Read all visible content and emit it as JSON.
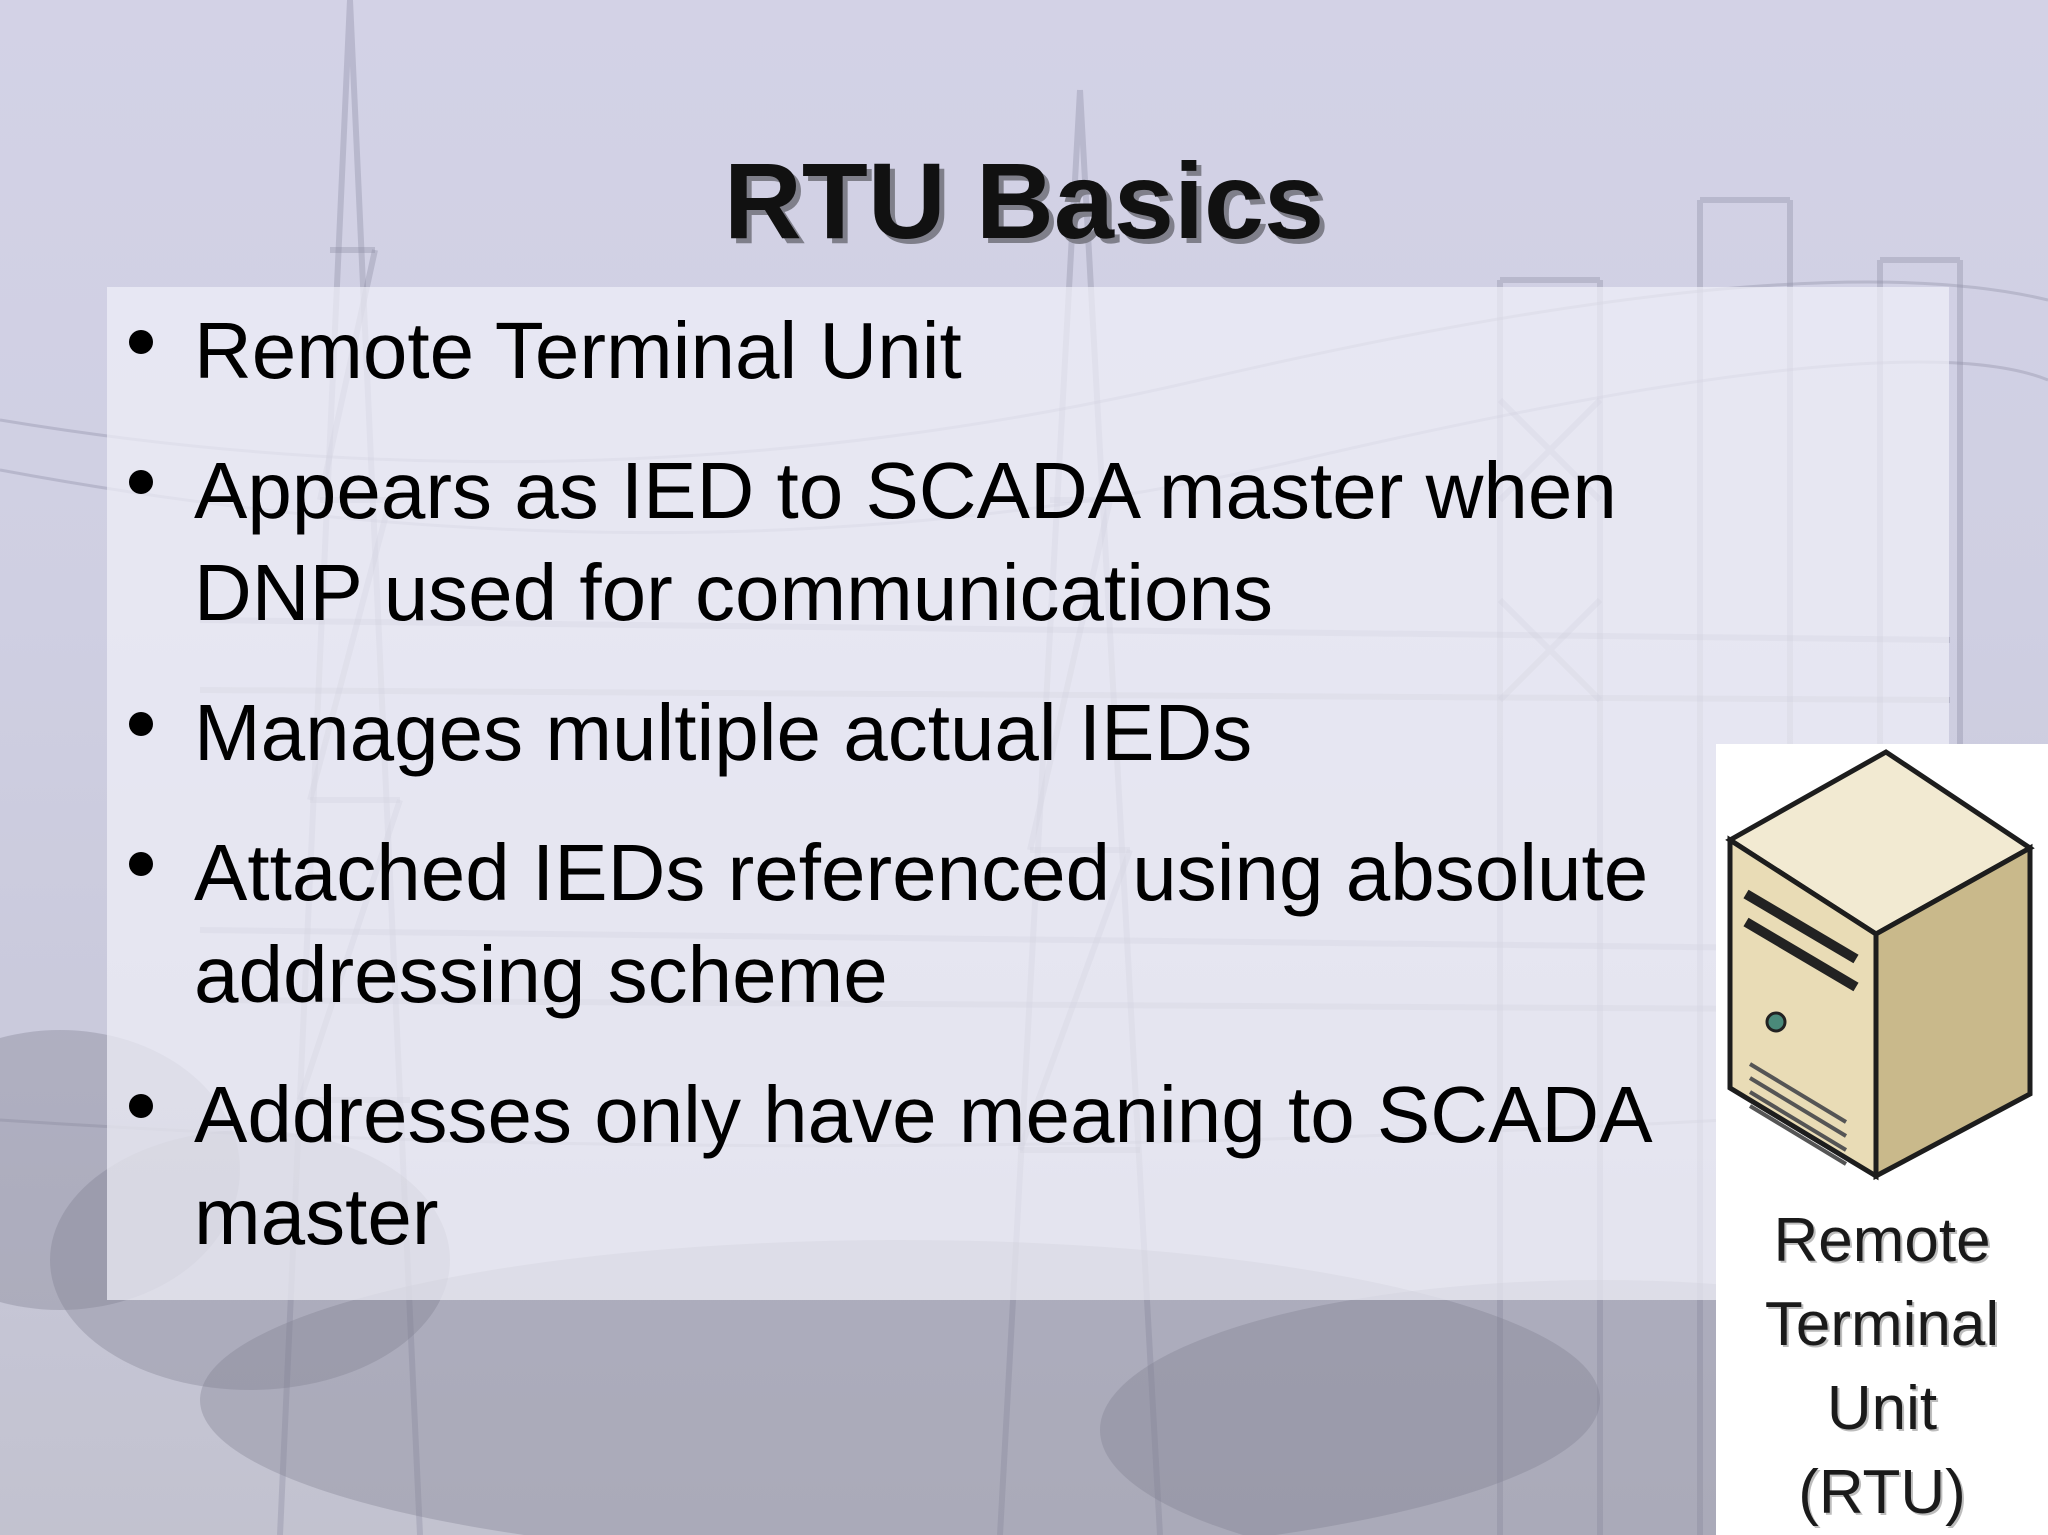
{
  "slide": {
    "title": "RTU Basics",
    "bullets": [
      {
        "text": "Remote Terminal Unit"
      },
      {
        "text": "Appears as IED to SCADA master when DNP used for communications"
      },
      {
        "text": "Manages multiple actual IEDs"
      },
      {
        "text": "Attached IEDs referenced using absolute addressing scheme"
      },
      {
        "text": "Addresses only have meaning to SCADA master"
      }
    ]
  },
  "figure": {
    "icon": "server-tower-icon",
    "caption_lines": [
      "Remote",
      "Terminal",
      "Unit",
      "(RTU)"
    ]
  },
  "colors": {
    "background": "#d3d2e6",
    "title_shadow": "#7f7f8a",
    "server_body": "#e9dcb6"
  }
}
